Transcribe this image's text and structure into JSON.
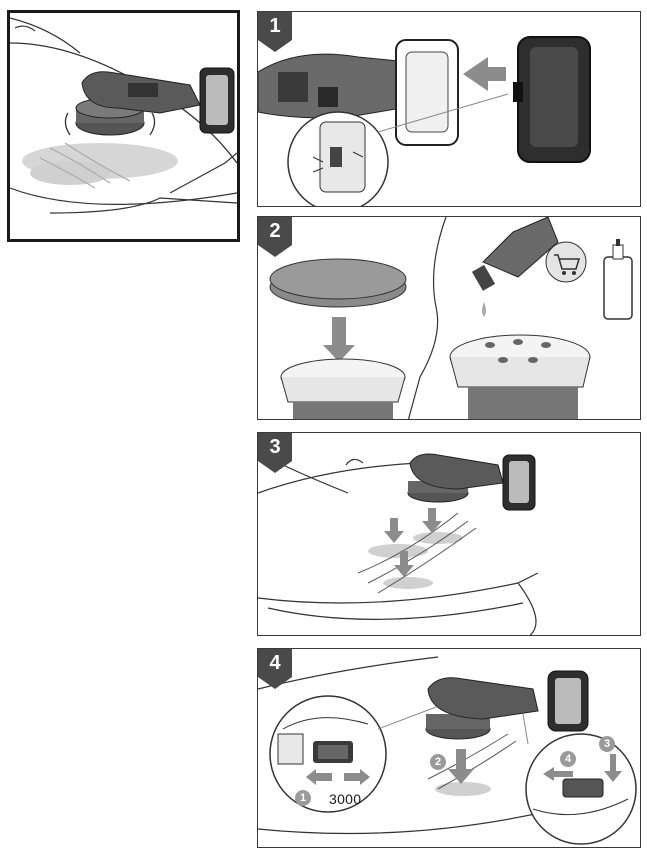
{
  "steps": [
    {
      "number": "1"
    },
    {
      "number": "2"
    },
    {
      "number": "3"
    },
    {
      "number": "4"
    }
  ],
  "step4": {
    "speed_value": "3000",
    "callouts": [
      "1",
      "2",
      "3",
      "4"
    ]
  },
  "icons": [
    "battery-insert-arrow-icon",
    "shopping-cart-icon",
    "polish-bottle-icon",
    "down-arrow-icon"
  ],
  "colors": {
    "badge": "#4a4a4a",
    "arrow": "#8c8c8c",
    "polish": "#d2d2d2",
    "line": "#3a3a3a"
  }
}
